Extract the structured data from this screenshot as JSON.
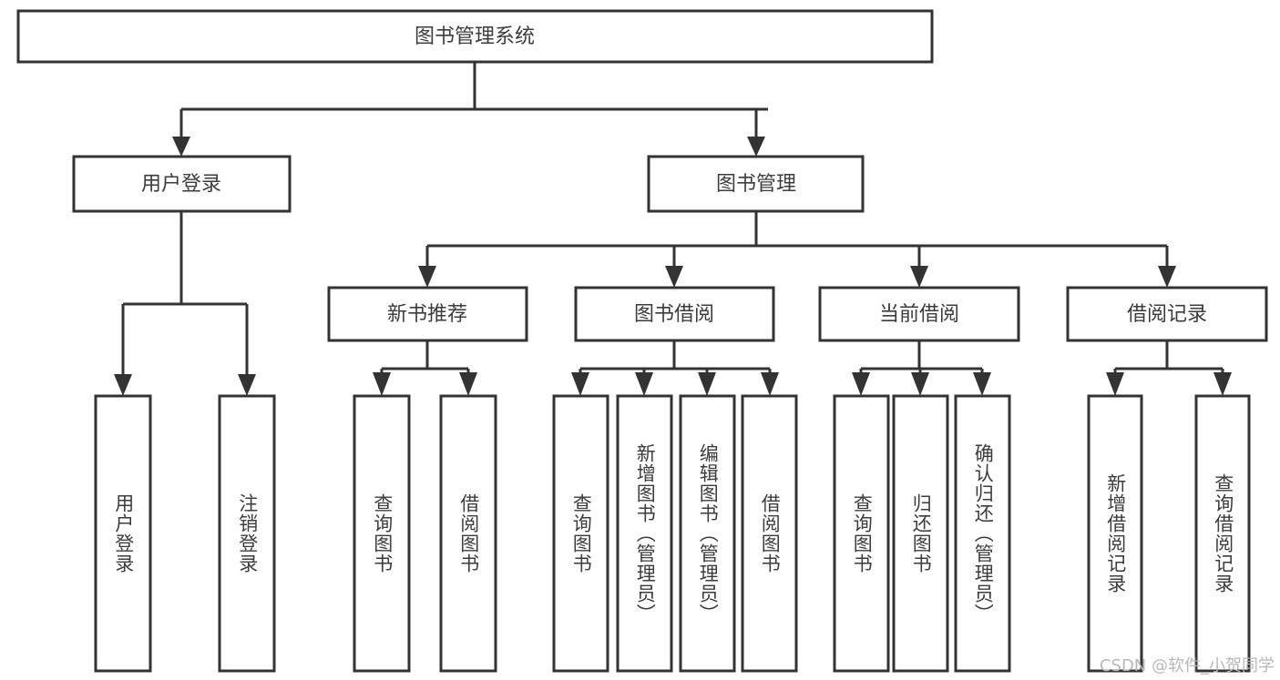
{
  "diagram": {
    "title": "图书管理系统",
    "type": "hierarchy-tree",
    "orientation": "top-down",
    "colors": {
      "background": "#ffffff",
      "box_stroke": "#333333",
      "box_fill": "#ffffff",
      "text": "#3c3c3c",
      "watermark": "#b8b8b8"
    },
    "levels": [
      {
        "level": 1,
        "nodes": [
          {
            "id": "root",
            "label": "图书管理系统"
          }
        ]
      },
      {
        "level": 2,
        "nodes": [
          {
            "id": "login",
            "label": "用户登录",
            "parent": "root"
          },
          {
            "id": "bookmgmt",
            "label": "图书管理",
            "parent": "root"
          }
        ]
      },
      {
        "level": 3,
        "nodes": [
          {
            "id": "newbook",
            "label": "新书推荐",
            "parent": "bookmgmt"
          },
          {
            "id": "borrow",
            "label": "图书借阅",
            "parent": "bookmgmt"
          },
          {
            "id": "current",
            "label": "当前借阅",
            "parent": "bookmgmt"
          },
          {
            "id": "records",
            "label": "借阅记录",
            "parent": "bookmgmt"
          }
        ]
      },
      {
        "level": 4,
        "nodes": [
          {
            "id": "leaf-1",
            "label": "用户登录",
            "parent": "login"
          },
          {
            "id": "leaf-2",
            "label": "注销登录",
            "parent": "login"
          },
          {
            "id": "leaf-3",
            "label": "查询图书",
            "parent": "newbook"
          },
          {
            "id": "leaf-4",
            "label": "借阅图书",
            "parent": "newbook"
          },
          {
            "id": "leaf-5",
            "label": "查询图书",
            "parent": "borrow"
          },
          {
            "id": "leaf-6",
            "label": "新增图书（管理员）",
            "parent": "borrow"
          },
          {
            "id": "leaf-7",
            "label": "编辑图书（管理员）",
            "parent": "borrow"
          },
          {
            "id": "leaf-8",
            "label": "借阅图书",
            "parent": "borrow"
          },
          {
            "id": "leaf-9",
            "label": "查询图书",
            "parent": "current"
          },
          {
            "id": "leaf-10",
            "label": "归还图书",
            "parent": "current"
          },
          {
            "id": "leaf-11",
            "label": "确认归还（管理员）",
            "parent": "current"
          },
          {
            "id": "leaf-12",
            "label": "新增借阅记录",
            "parent": "records"
          },
          {
            "id": "leaf-13",
            "label": "查询借阅记录",
            "parent": "records"
          }
        ]
      }
    ]
  },
  "watermark": {
    "text": "CSDN @软件_小贺同学"
  }
}
